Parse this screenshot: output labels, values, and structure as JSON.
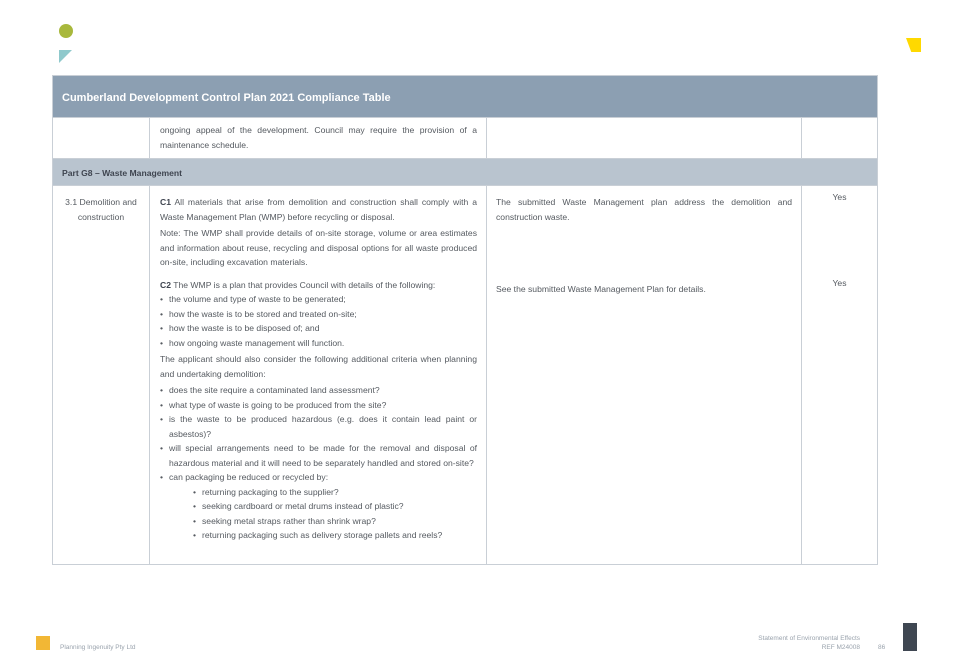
{
  "table": {
    "title": "Cumberland Development Control Plan 2021 Compliance Table",
    "continued_text": "ongoing appeal of the development. Council may require the provision of a maintenance schedule.",
    "section": "Part G8 – Waste Management",
    "row": {
      "control_ref": "3.1 Demolition and construction",
      "c1": {
        "code": "C1",
        "text": "All materials that arise from demolition and construction shall comply with a Waste Management Plan (WMP) before recycling or disposal.",
        "note": "Note: The WMP shall provide details of on-site storage, volume or area estimates and information about reuse, recycling and disposal options for all waste produced on-site, including excavation materials.",
        "response": "The submitted Waste Management plan address the demolition and construction waste.",
        "compliance": "Yes"
      },
      "c2": {
        "code": "C2",
        "text": "The WMP is a plan that provides Council with details of the following:",
        "items": [
          "the volume and type of waste to be generated;",
          "how the waste is to be stored and treated on-site;",
          "how the waste is to be disposed of; and",
          "how ongoing waste management will function."
        ],
        "additional_intro": "The applicant should also consider the following additional criteria when planning and undertaking demolition:",
        "criteria": [
          "does the site require a contaminated land assessment?",
          "what type of waste is going to be produced from the site?",
          "is the waste to be produced hazardous (e.g. does it contain lead paint or asbestos)?",
          "will special arrangements need to be made for the removal and disposal of hazardous material and it will need to be separately handled and stored on-site?",
          "can packaging be reduced or recycled by:"
        ],
        "sub_items": [
          "returning packaging to the supplier?",
          "seeking cardboard or metal drums instead of plastic?",
          "seeking metal straps rather than shrink wrap?",
          "returning packaging such as delivery storage pallets and reels?"
        ],
        "response": "See the submitted Waste Management Plan for details.",
        "compliance": "Yes"
      }
    }
  },
  "footer": {
    "company": "Planning Ingenuity Pty Ltd",
    "doc_title": "Statement of Environmental Effects",
    "ref": "REF M24008",
    "page": "86"
  },
  "colors": {
    "header": "#8c9fb2",
    "section": "#b9c4cf",
    "circle": "#a8b83c",
    "triangle": "#8fc9cc",
    "corner": "#ffd900",
    "footer_square": "#f2b735",
    "footer_bar": "#3f4752"
  }
}
